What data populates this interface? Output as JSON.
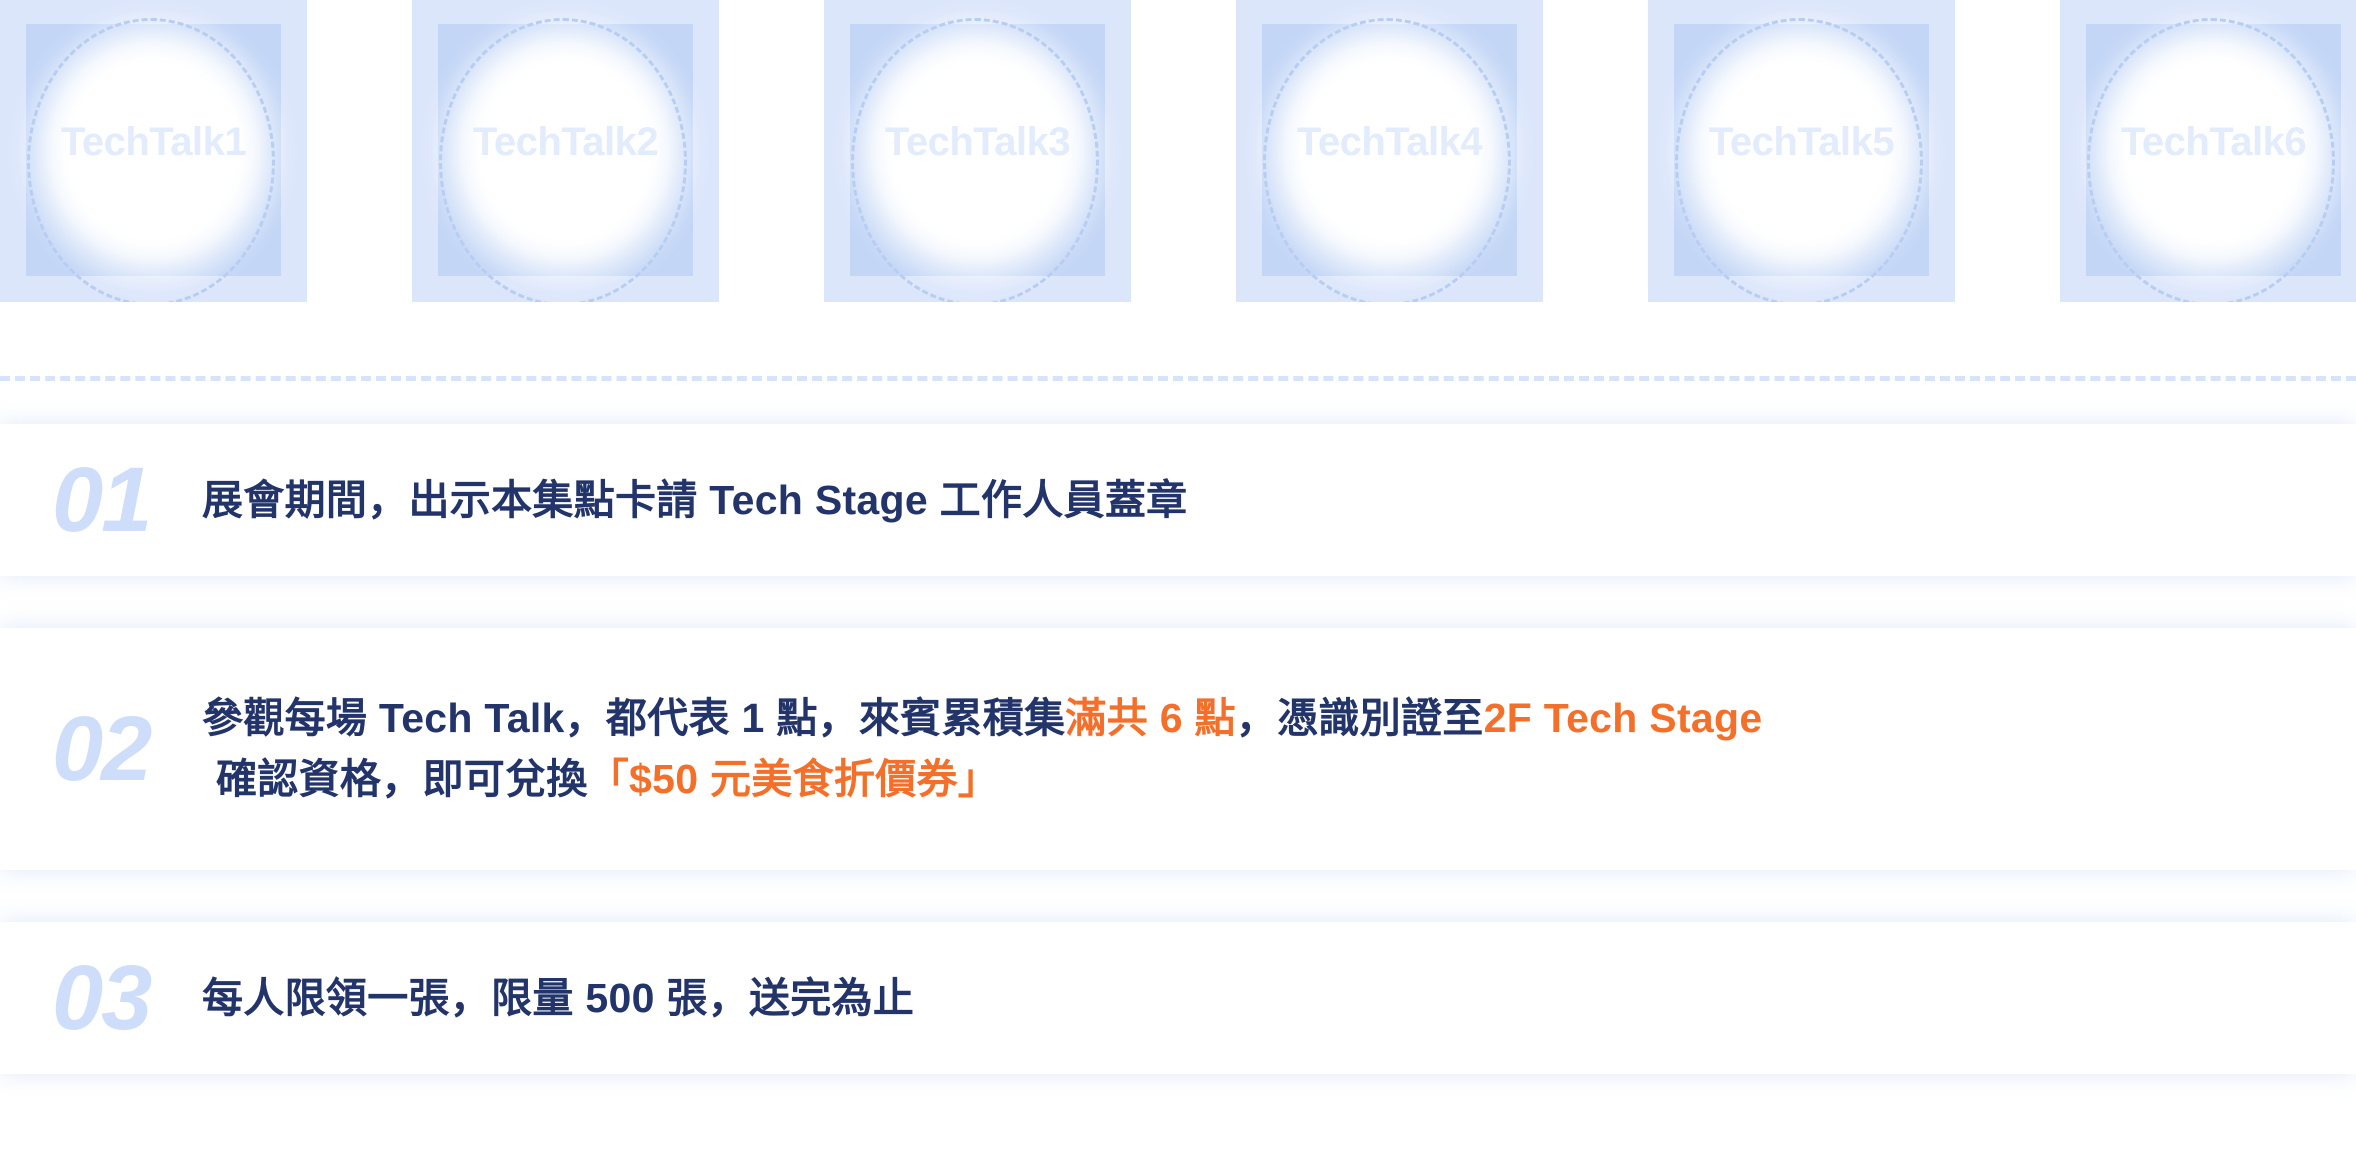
{
  "stamp_section": {
    "cards": [
      {
        "label": "TechTalk1"
      },
      {
        "label": "TechTalk2"
      },
      {
        "label": "TechTalk3"
      },
      {
        "label": "TechTalk4"
      },
      {
        "label": "TechTalk5"
      },
      {
        "label": "TechTalk6"
      }
    ]
  },
  "rules": [
    {
      "number": "01",
      "lines": [
        [
          {
            "text": "展會期間，出示本集點卡請 Tech Stage 工作人員蓋章",
            "highlight": false
          }
        ]
      ]
    },
    {
      "number": "02",
      "lines": [
        [
          {
            "text": "參觀每場 Tech Talk，都代表 1 點，來賓累積集",
            "highlight": false
          },
          {
            "text": "滿共 6 點",
            "highlight": true
          },
          {
            "text": "，憑識別證至",
            "highlight": false
          },
          {
            "text": "2F Tech Stage",
            "highlight": true
          }
        ],
        [
          {
            "text": "確認資格，即可兌換",
            "highlight": false
          },
          {
            "text": "「$50 元美食折價券」",
            "highlight": true
          }
        ]
      ]
    },
    {
      "number": "03",
      "lines": [
        [
          {
            "text": "每人限領一張，限量 500 張，送完為止",
            "highlight": false
          }
        ]
      ]
    }
  ],
  "colors": {
    "navy": "#22346a",
    "orange": "#f4702a",
    "card_blue": "#dce6fb",
    "bracket_blue": "#c3d6f6",
    "number_blue": "#cedefa",
    "label_blue": "#e3ecfc",
    "divider_blue": "#d7e3fb"
  }
}
